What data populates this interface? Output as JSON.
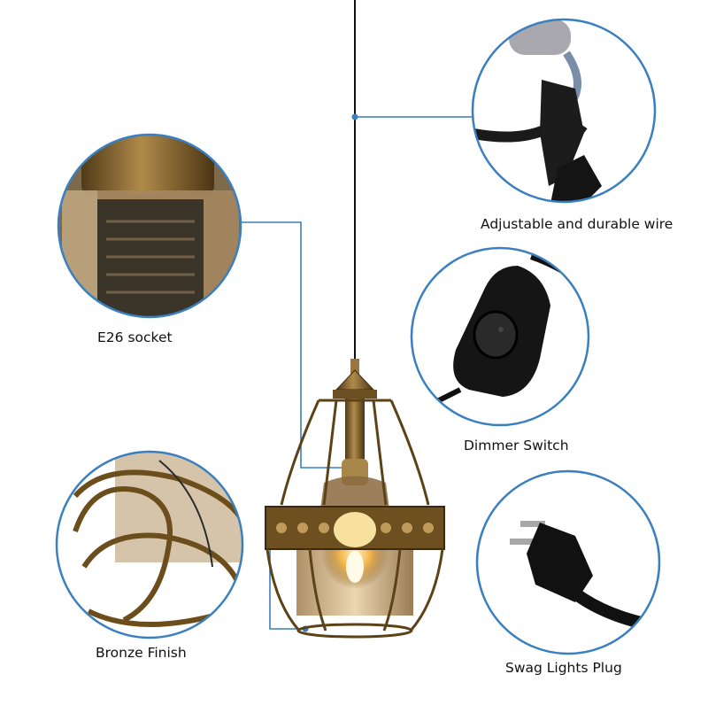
{
  "captions": {
    "wire": "Adjustable and durable wire",
    "socket": "E26 socket",
    "dimmer": "Dimmer Switch",
    "bronze": "Bronze Finish",
    "plug": "Swag Lights Plug"
  },
  "colors": {
    "callout_blue": "#3a7fc0",
    "bronze": "#8a6a35",
    "amber_glass": "#c9a46a",
    "cord": "#111111"
  }
}
